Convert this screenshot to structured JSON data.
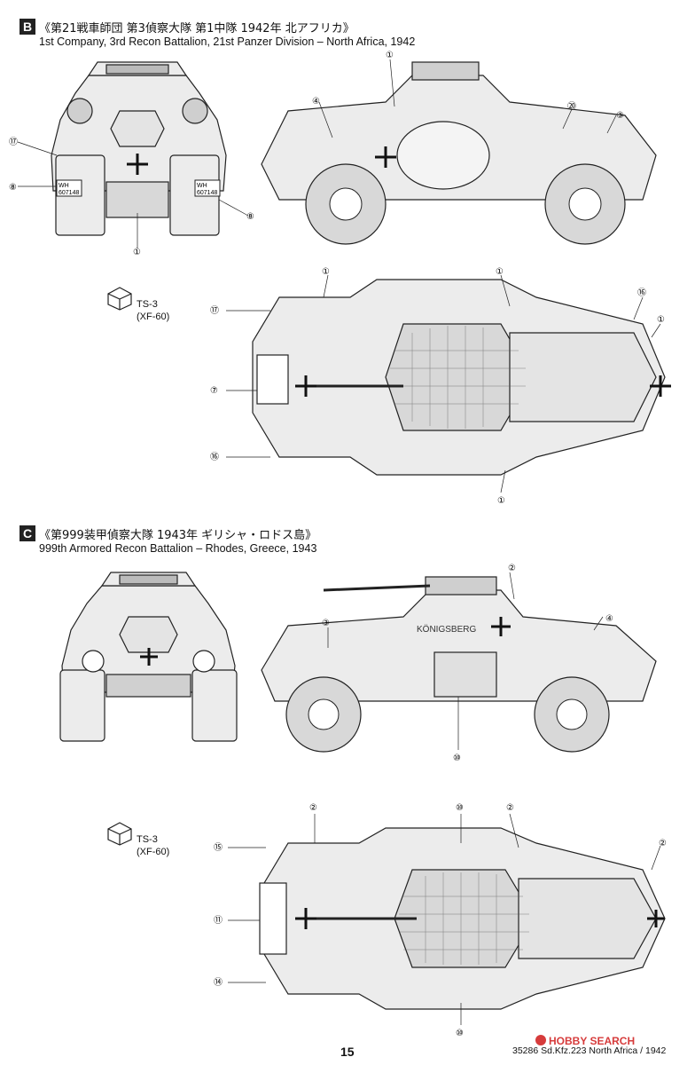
{
  "schemes": [
    {
      "letter": "B",
      "title_jp": "《第21戦車師団 第3偵察大隊 第1中隊 1942年 北アフリカ》",
      "title_en": "1st Company, 3rd Recon Battalion, 21st Panzer Division – North Africa, 1942",
      "paint_code": "TS-3",
      "paint_sub": "(XF-60)",
      "plate_left": "WH\n607148",
      "plate_right": "WH\n607148",
      "callouts": [
        "①",
        "④",
        "⑰",
        "⑧",
        "⑧",
        "①",
        "⑳",
        "③",
        "①",
        "①",
        "⑯",
        "①",
        "⑰",
        "⑦",
        "⑯",
        "①"
      ]
    },
    {
      "letter": "C",
      "title_jp": "《第999装甲偵察大隊 1943年 ギリシャ・ロドス島》",
      "title_en": "999th Armored Recon Battalion – Rhodes, Greece, 1943",
      "paint_code": "TS-3",
      "paint_sub": "(XF-60)",
      "hull_name": "KÖNIGSBERG",
      "callouts": [
        "③",
        "②",
        "④",
        "⑩",
        "②",
        "⑩",
        "②",
        "⑮",
        "⑪",
        "②",
        "⑭",
        "⑩"
      ]
    }
  ],
  "footer": {
    "page_number": "15",
    "product": "35286 Sd.Kfz.223 North Africa / 1942",
    "watermark": "HOBBY SEARCH"
  }
}
